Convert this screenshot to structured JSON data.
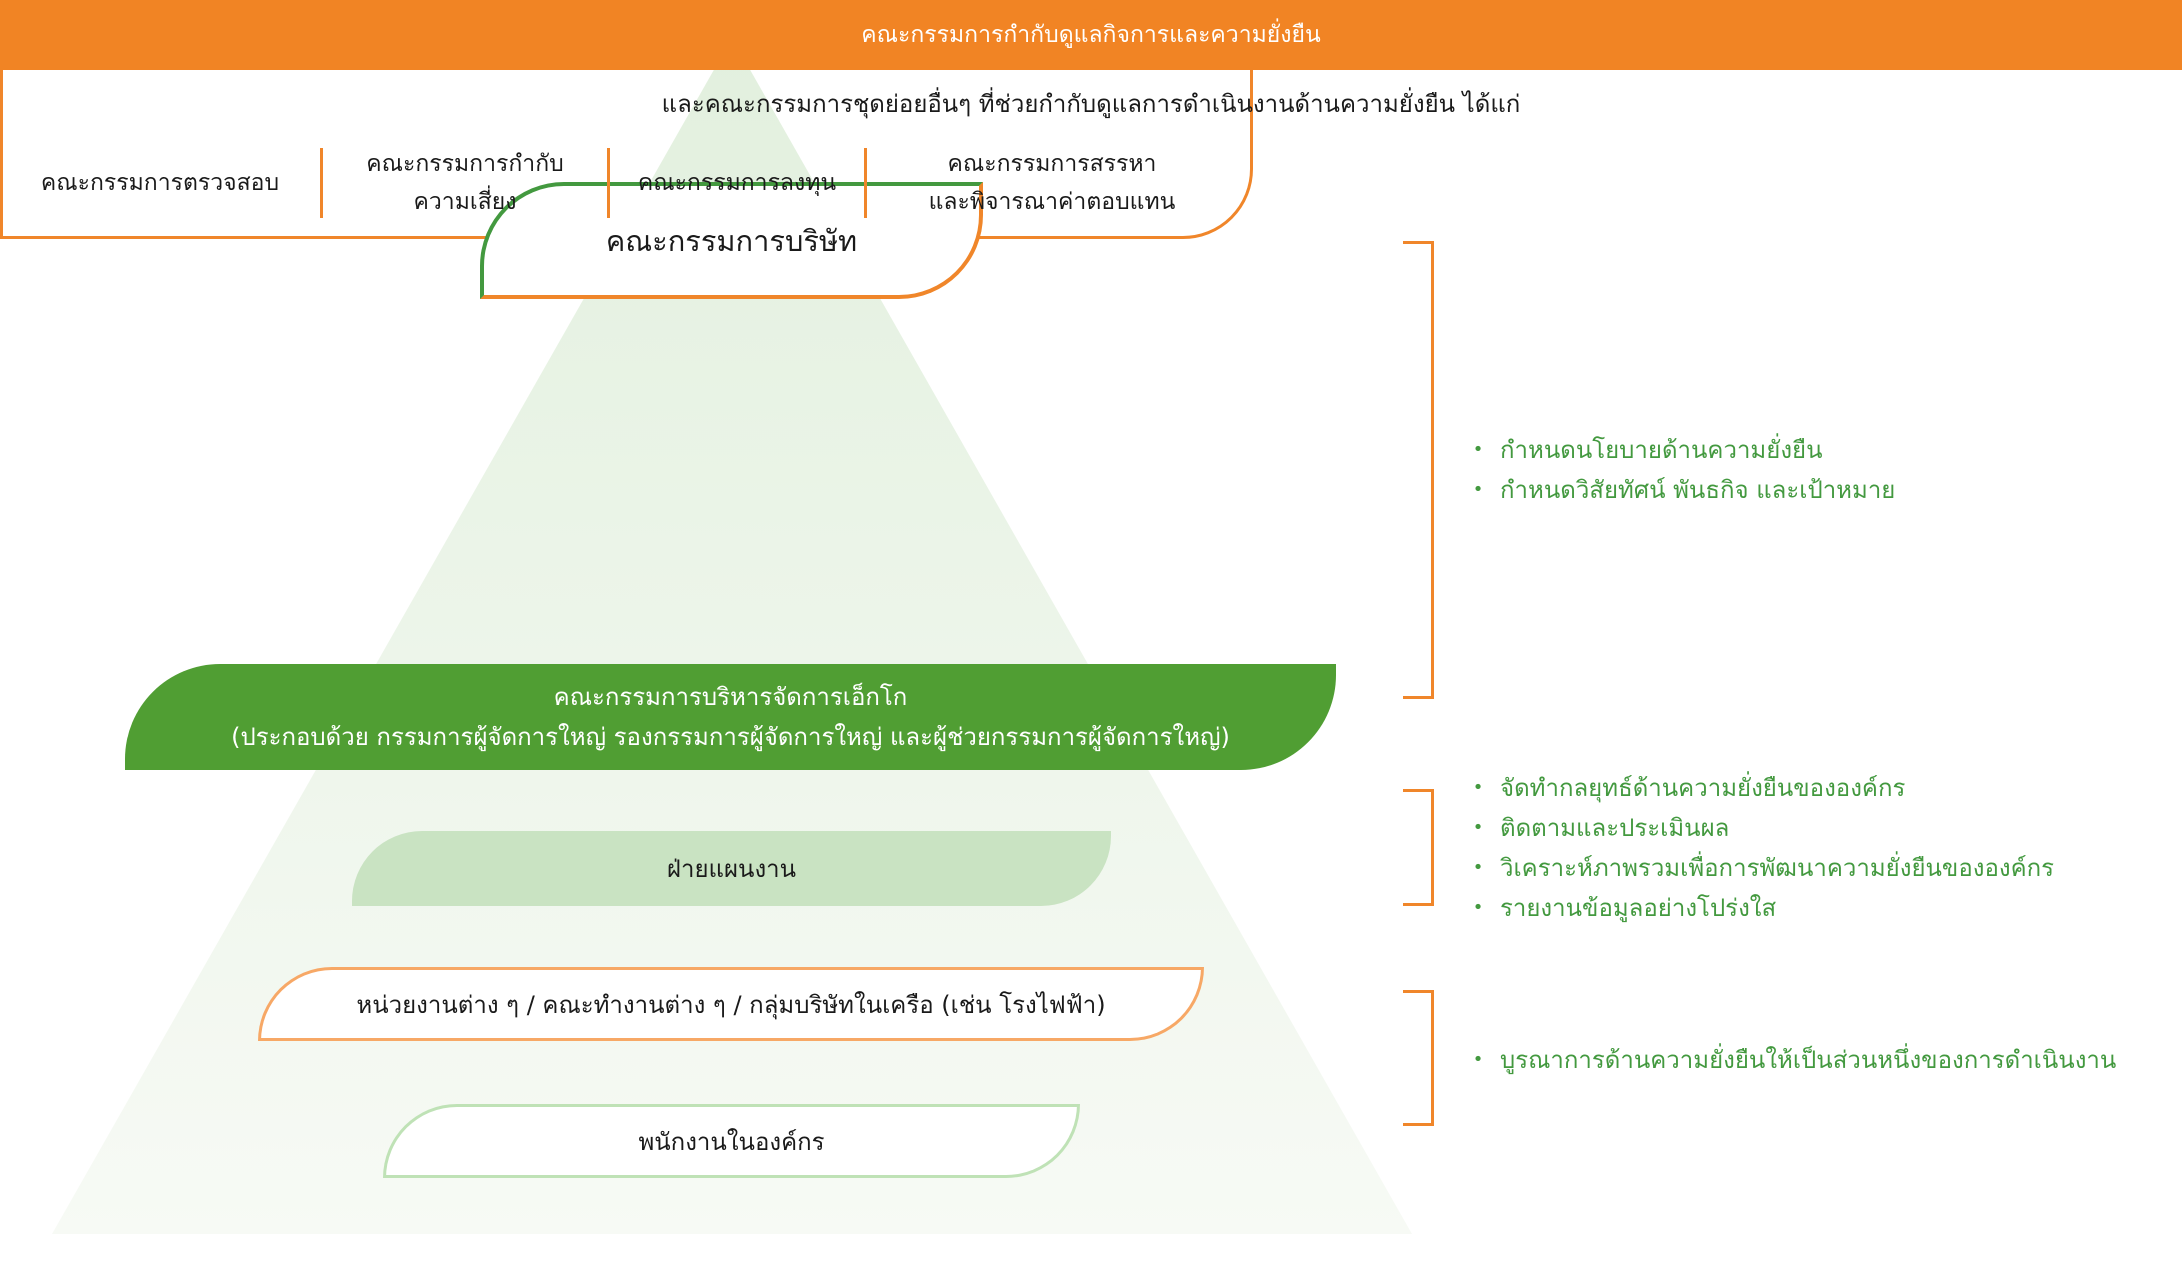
{
  "colors": {
    "pyramid_top": "#e2f0de",
    "pyramid_bottom": "#f6faf4",
    "green": "#509e33",
    "green_text": "#43993f",
    "orange": "#f18424",
    "light_green_fill": "#c9e3c2",
    "light_orange_border": "#f7a866",
    "light_green_border": "#bfe2b6"
  },
  "levels": {
    "board": {
      "label": "คณะกรรมการบริษัท"
    },
    "sustainability_committee": {
      "title": "คณะกรรมการกำกับดูแลกิจการและความยั่งยืน",
      "subtitle": "และคณะกรรมการชุดย่อยอื่นๆ ที่ช่วยกำกับดูแลการดำเนินงานด้านความยั่งยืน ได้แก่",
      "subcommittees": [
        {
          "line1": "คณะกรรมการตรวจสอบ",
          "line2": ""
        },
        {
          "line1": "คณะกรรมการกำกับ",
          "line2": "ความเสี่ยง"
        },
        {
          "line1": "คณะกรรมการลงทุน",
          "line2": ""
        },
        {
          "line1": "คณะกรรมการสรรหา",
          "line2": "และพิจารณาค่าตอบแทน"
        }
      ]
    },
    "executive_committee": {
      "title": "คณะกรรมการบริหารจัดการเอ็กโก",
      "subtitle": "(ประกอบด้วย กรรมการผู้จัดการใหญ่ รองกรรมการผู้จัดการใหญ่ และผู้ช่วยกรรมการผู้จัดการใหญ่)"
    },
    "planning": {
      "label": "ฝ่ายแผนงาน"
    },
    "units": {
      "label": "หน่วยงานต่าง ๆ / คณะทำงานต่าง ๆ / กลุ่มบริษัทในเครือ (เช่น โรงไฟฟ้า)"
    },
    "employees": {
      "label": "พนักงานในองค์กร"
    }
  },
  "responsibilities": [
    {
      "group": "governance",
      "items": [
        "กำหนดนโยบายด้านความยั่งยืน",
        "กำหนดวิสัยทัศน์ พันธกิจ และเป้าหมาย"
      ]
    },
    {
      "group": "management",
      "items": [
        "จัดทำกลยุทธ์ด้านความยั่งยืนขององค์กร",
        "ติดตามและประเมินผล",
        "วิเคราะห์ภาพรวมเพื่อการพัฒนาความยั่งยืนขององค์กร",
        "รายงานข้อมูลอย่างโปร่งใส"
      ]
    },
    {
      "group": "operations",
      "items": [
        "บูรณาการด้านความยั่งยืนให้เป็นส่วนหนึ่งของการดำเนินงาน"
      ]
    }
  ],
  "bullet_icon": "bullet-dot-icon"
}
